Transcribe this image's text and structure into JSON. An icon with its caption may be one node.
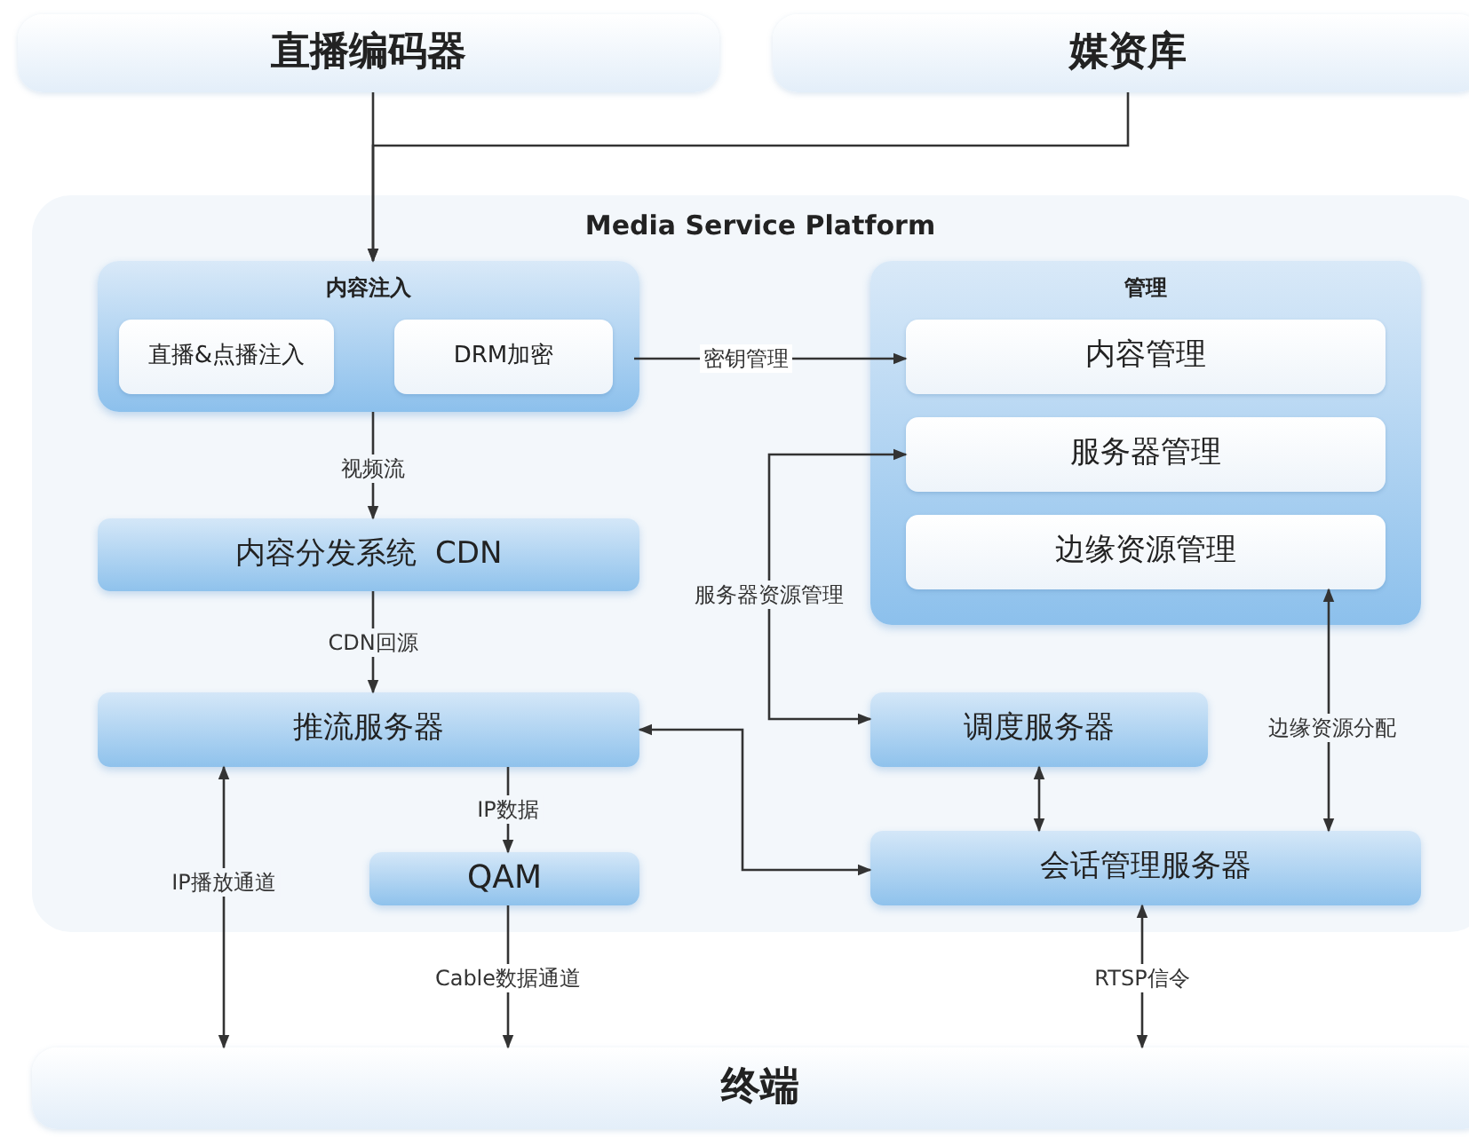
{
  "diagram": {
    "nodes": [
      {
        "text": [
          "直播编码器"
        ]
      },
      {
        "text": [
          "媒资库"
        ]
      },
      {
        "text": [
          "Media Service Platform"
        ]
      },
      {
        "text": [
          "内容注入"
        ],
        "in": 2
      },
      {
        "text": [
          "直播&点播注入"
        ],
        "in": 3
      },
      {
        "text": [
          "DRM加密"
        ],
        "in": 3
      },
      {
        "text": [
          "管理"
        ],
        "in": 2
      },
      {
        "text": [
          "内容管理"
        ],
        "in": 6
      },
      {
        "text": [
          "服务器管理"
        ],
        "in": 6
      },
      {
        "text": [
          "边缘资源管理"
        ],
        "in": 6
      },
      {
        "text": [
          "内容分发系统  CDN"
        ],
        "in": 2
      },
      {
        "text": [
          "推流服务器"
        ],
        "in": 2
      },
      {
        "text": [
          "QAM"
        ],
        "in": 2
      },
      {
        "text": [
          "调度服务器"
        ],
        "in": 2
      },
      {
        "text": [
          "会话管理服务器"
        ],
        "in": 2
      },
      {
        "text": [
          "终端"
        ]
      }
    ],
    "edges": [
      {
        "from": 0,
        "to": 3,
        "arrow": "to"
      },
      {
        "from": 1,
        "to": 3,
        "arrow": "to"
      },
      {
        "from": 5,
        "to": 7,
        "arrow": "to",
        "label": "密钥管理"
      },
      {
        "from": 3,
        "to": 10,
        "arrow": "to",
        "label": "视频流"
      },
      {
        "from": 10,
        "to": 11,
        "arrow": "to",
        "label": "CDN回源"
      },
      {
        "from": 11,
        "to": 12,
        "arrow": "to",
        "label": "IP数据"
      },
      {
        "from": 11,
        "to": 15,
        "arrow": "both",
        "label": "IP播放通道"
      },
      {
        "from": 12,
        "to": 15,
        "arrow": "to",
        "label": "Cable数据通道"
      },
      {
        "from": 8,
        "to": 13,
        "arrow": "both",
        "label": "服务器资源管理"
      },
      {
        "from": 11,
        "to": 14,
        "arrow": "both"
      },
      {
        "from": 13,
        "to": 14,
        "arrow": "both"
      },
      {
        "from": 9,
        "to": 14,
        "arrow": "both",
        "label": "边缘资源分配"
      },
      {
        "from": 14,
        "to": 15,
        "arrow": "both",
        "label": "RTSP信令"
      }
    ]
  }
}
